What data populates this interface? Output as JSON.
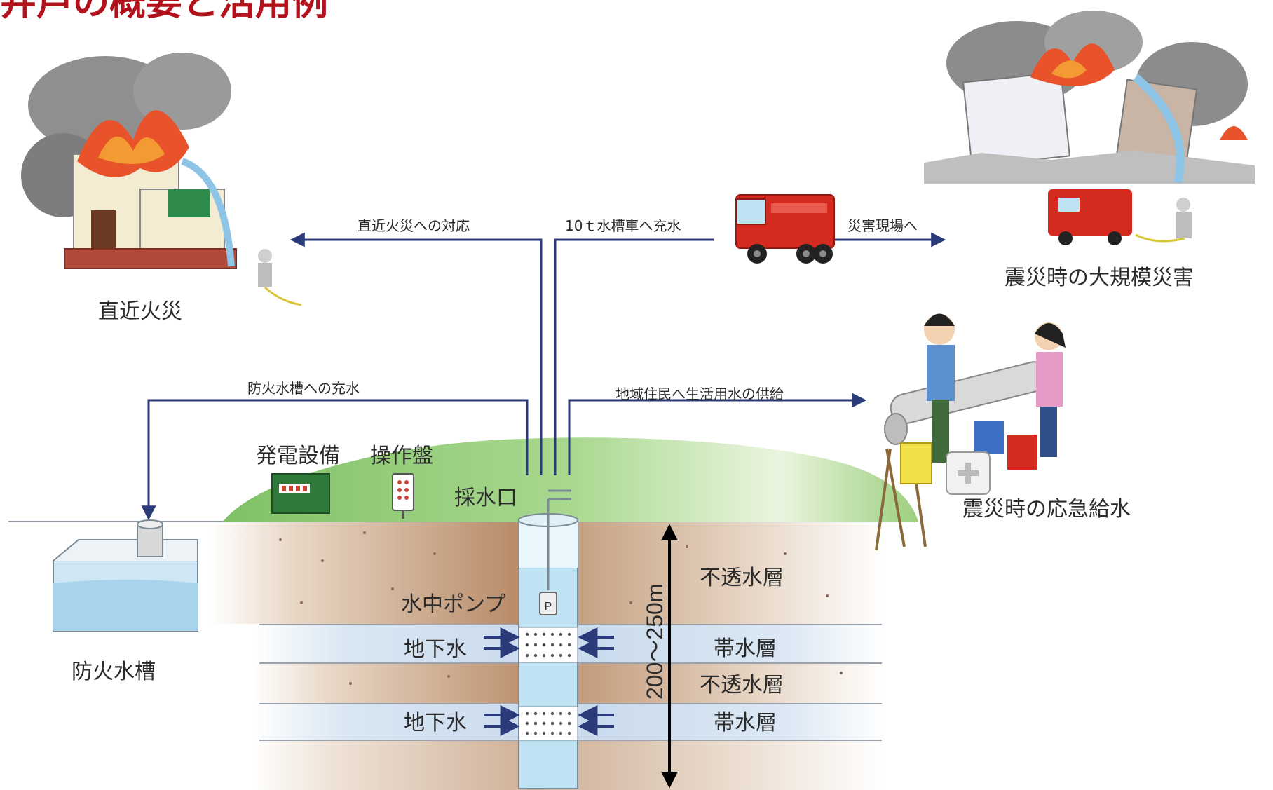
{
  "title": "井戸の概要と活用例",
  "flows": {
    "fire_response": "直近火災への対応",
    "tanker_fill": "10ｔ水槽車へ充水",
    "to_disaster_site": "災害現場へ",
    "cistern_fill": "防火水槽への充水",
    "resident_supply": "地域住民へ生活用水の供給"
  },
  "scenes": {
    "nearby_fire": "直近火災",
    "large_disaster": "震災時の大規模災害",
    "emergency_water": "震災時の応急給水",
    "fire_cistern": "防火水槽"
  },
  "equipment": {
    "generator": "発電設備",
    "control_panel": "操作盤",
    "water_intake": "採水口",
    "submersible_pump": "水中ポンプ",
    "pump_mark": "P"
  },
  "strata": {
    "groundwater_1": "地下水",
    "groundwater_2": "地下水",
    "impermeable_1": "不透水層",
    "aquifer_1": "帯水層",
    "impermeable_2": "不透水層",
    "aquifer_2": "帯水層",
    "depth": "200～250m"
  },
  "colors": {
    "title": "#b3121d",
    "flow_line": "#2b3a78",
    "ground": "#c9a98a",
    "aquifer": "#dce8f4",
    "hill": "#8cc870",
    "well_water": "#bfe3f2"
  }
}
